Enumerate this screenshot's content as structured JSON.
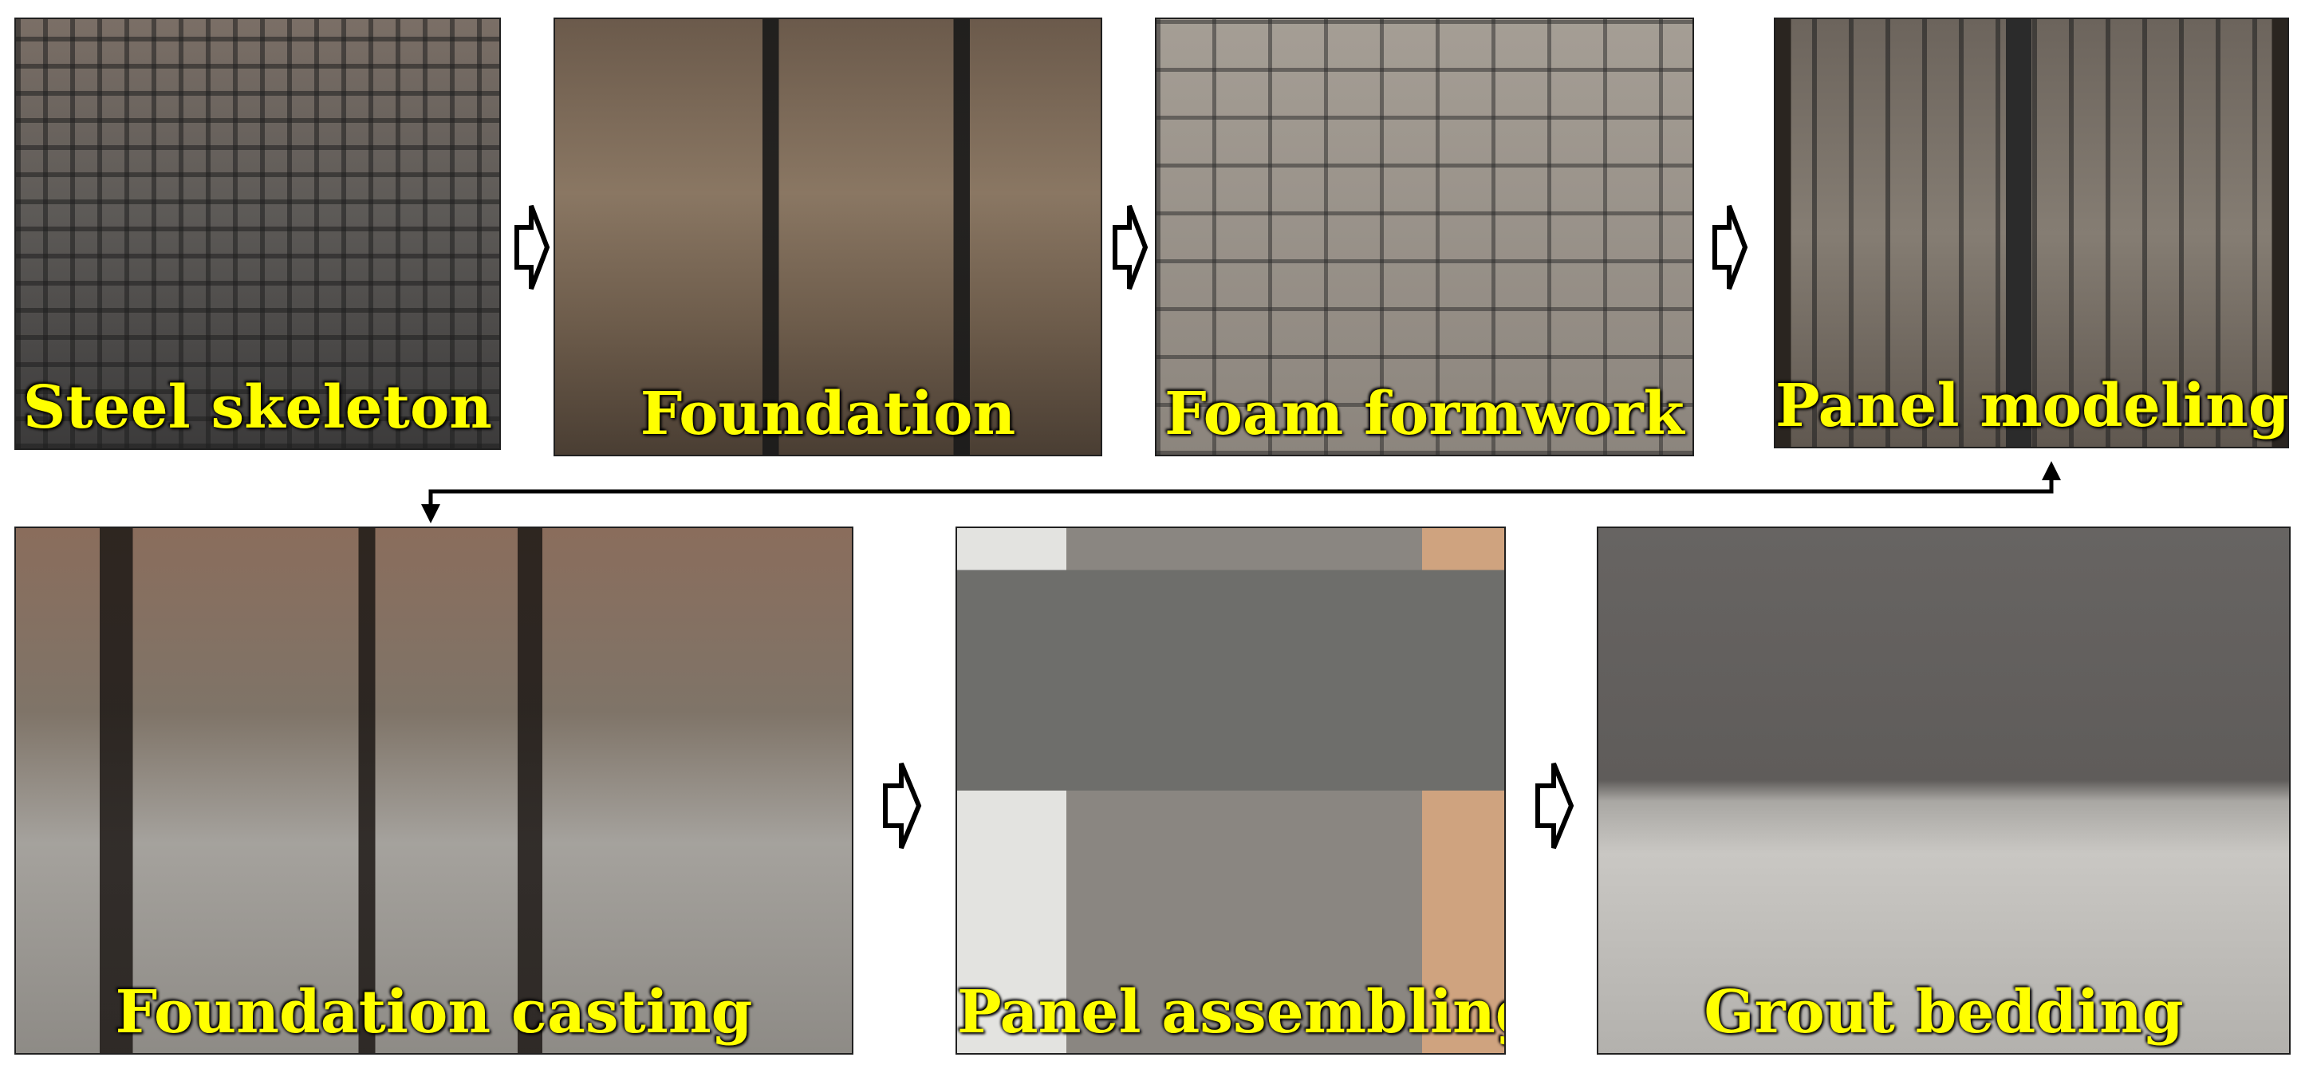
{
  "figure": {
    "panels": [
      {
        "id": "steel-skeleton",
        "caption": "Steel skeleton"
      },
      {
        "id": "foundation",
        "caption": "Foundation"
      },
      {
        "id": "foam-formwork",
        "caption": "Foam formwork"
      },
      {
        "id": "panel-modeling",
        "caption": "Panel modeling"
      },
      {
        "id": "foundation-casting",
        "caption": "Foundation casting"
      },
      {
        "id": "panel-assembling",
        "caption": "Panel assembling"
      },
      {
        "id": "grout-bedding",
        "caption": "Grout bedding"
      }
    ],
    "colors": {
      "caption": "#ffff00",
      "arrow_stroke": "#000000",
      "arrow_fill": "#ffffff",
      "connector": "#000000"
    }
  }
}
